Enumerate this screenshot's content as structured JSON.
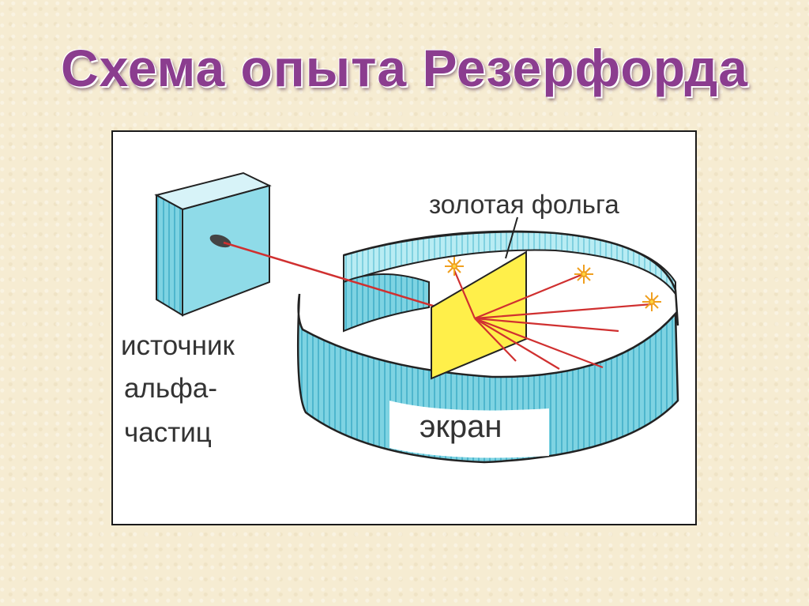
{
  "slide": {
    "title": "Схема опыта Резерфорда"
  },
  "diagram": {
    "labels": {
      "foil": "золотая фольга",
      "source_line1": "источник",
      "source_line2": "альфа-",
      "source_line3": "частиц",
      "screen": "экран"
    },
    "colors": {
      "screen_cyan": "#66ccdd",
      "foil_yellow": "#ffef4a",
      "beam_red": "#d03030",
      "flash_orange": "#f0a020",
      "frame_border": "#1a1a1a",
      "title_purple": "#8b3d8f"
    }
  }
}
